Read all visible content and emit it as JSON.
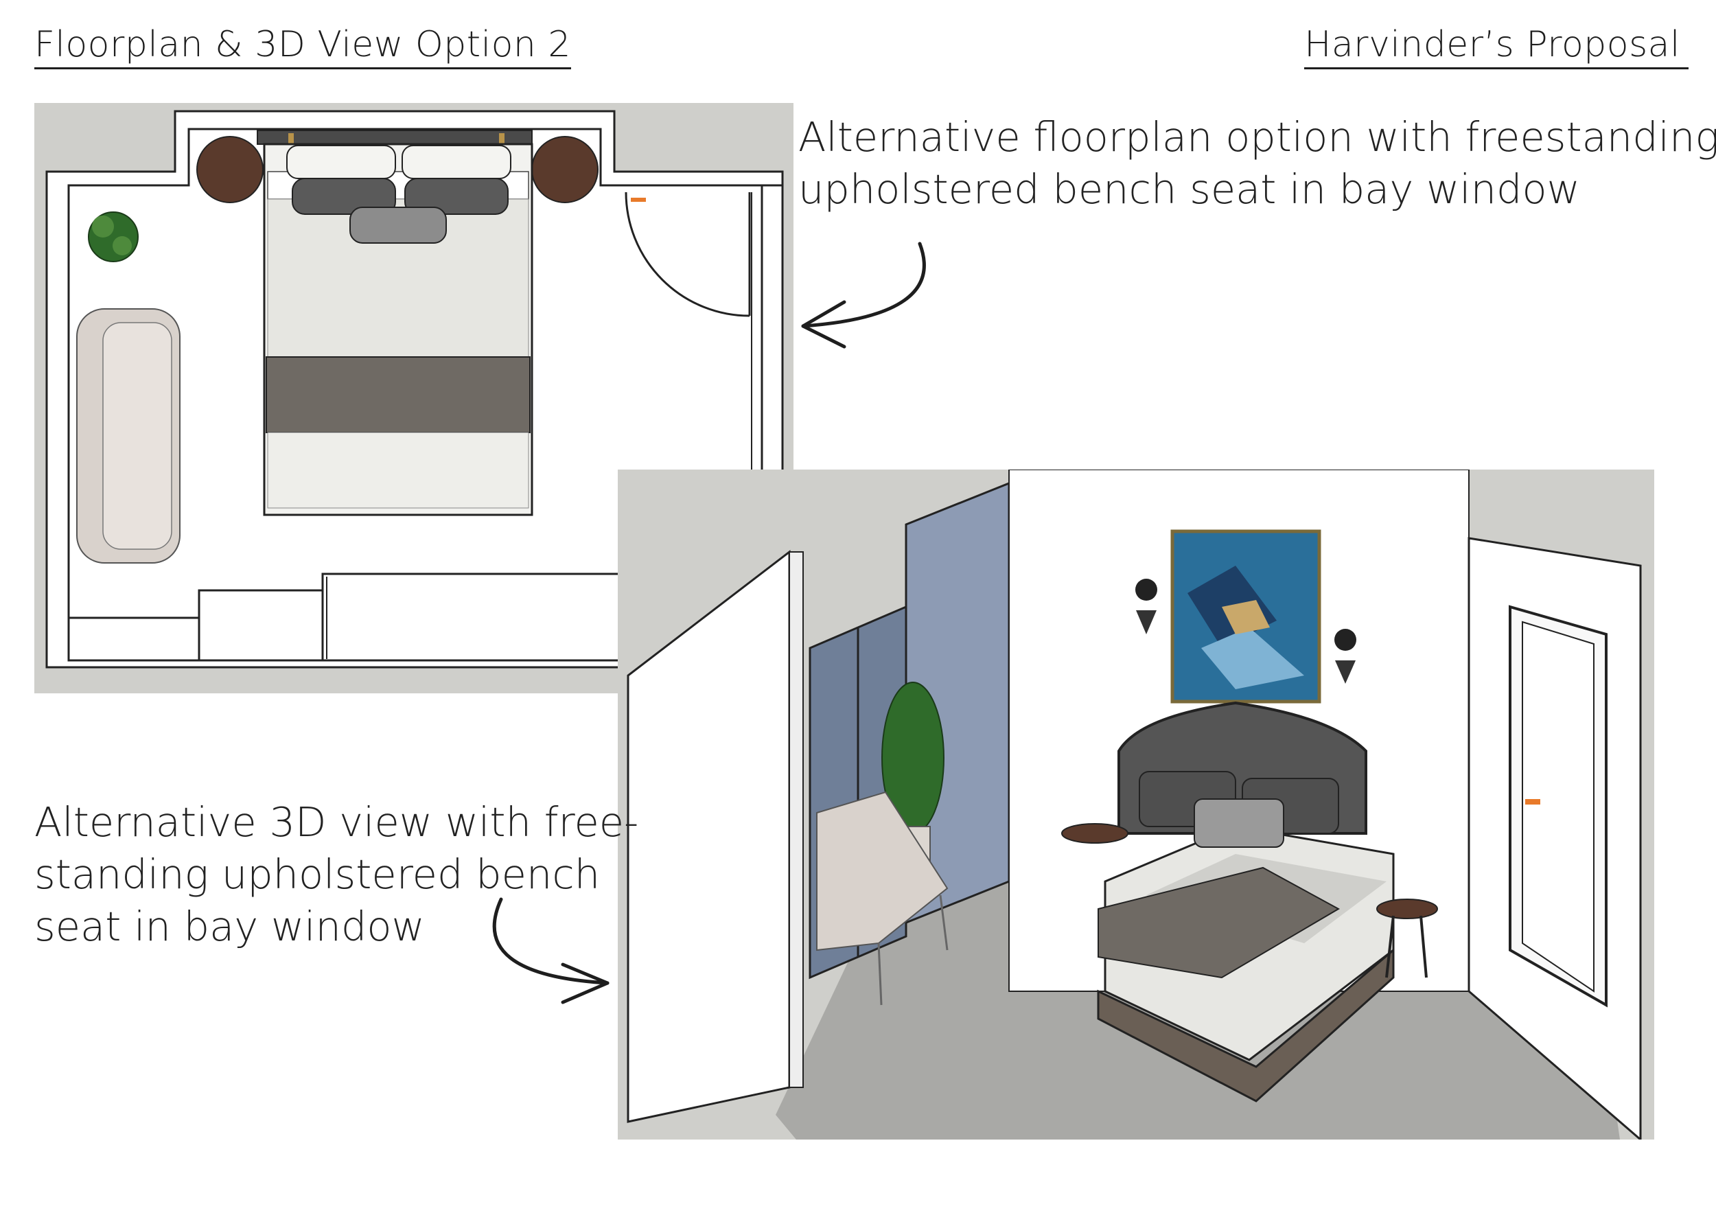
{
  "header": {
    "title": "Floorplan & 3D View Option 2",
    "proposal": "Harvinder’s Proposal"
  },
  "captions": {
    "floorplan": [
      "Alternative floorplan option with freestanding",
      "upholstered bench seat in bay window"
    ],
    "view3d": [
      "Alternative 3D view with free-",
      "standing upholstered bench",
      "seat in bay window"
    ]
  },
  "colors": {
    "background_panel": "#cfcfcb",
    "wall": "#ffffff",
    "nightstand": "#5a3a2c",
    "throw": "#6f6a64",
    "plant": "#2f6b2a",
    "art_blue": "#2a6f9a",
    "door_handle": "#e87a2a"
  }
}
